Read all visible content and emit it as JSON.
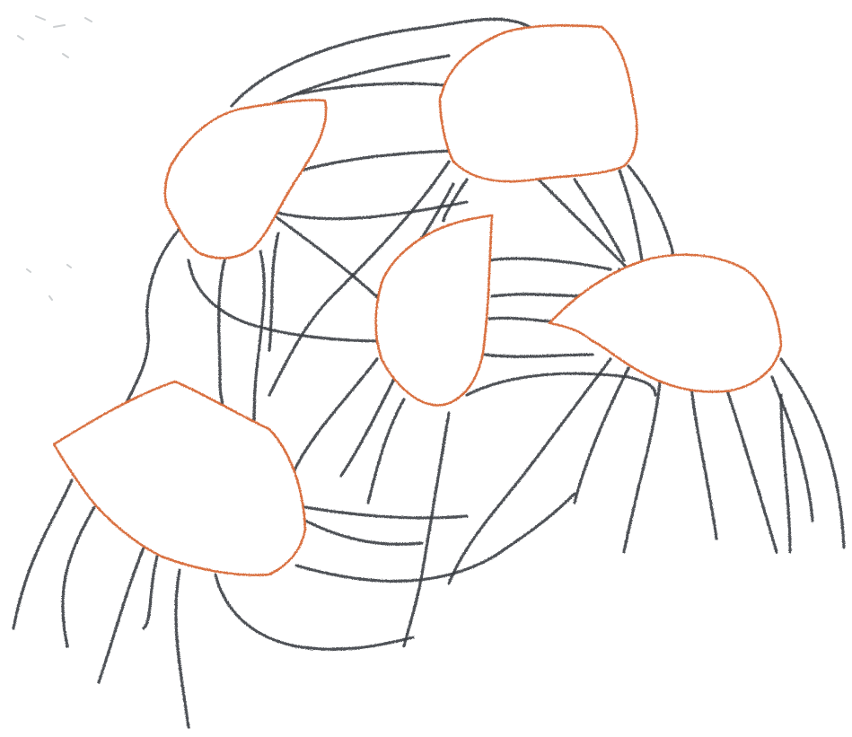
{
  "drawing": {
    "medium": "crayon",
    "background_color": "#ffffff",
    "outline_color": "#d9703f",
    "strand_color": "#3a3f44",
    "speck_color": "#9aa0a4",
    "blob_count": 5,
    "strand_color_name": "dark grey",
    "outline_color_name": "orange"
  }
}
